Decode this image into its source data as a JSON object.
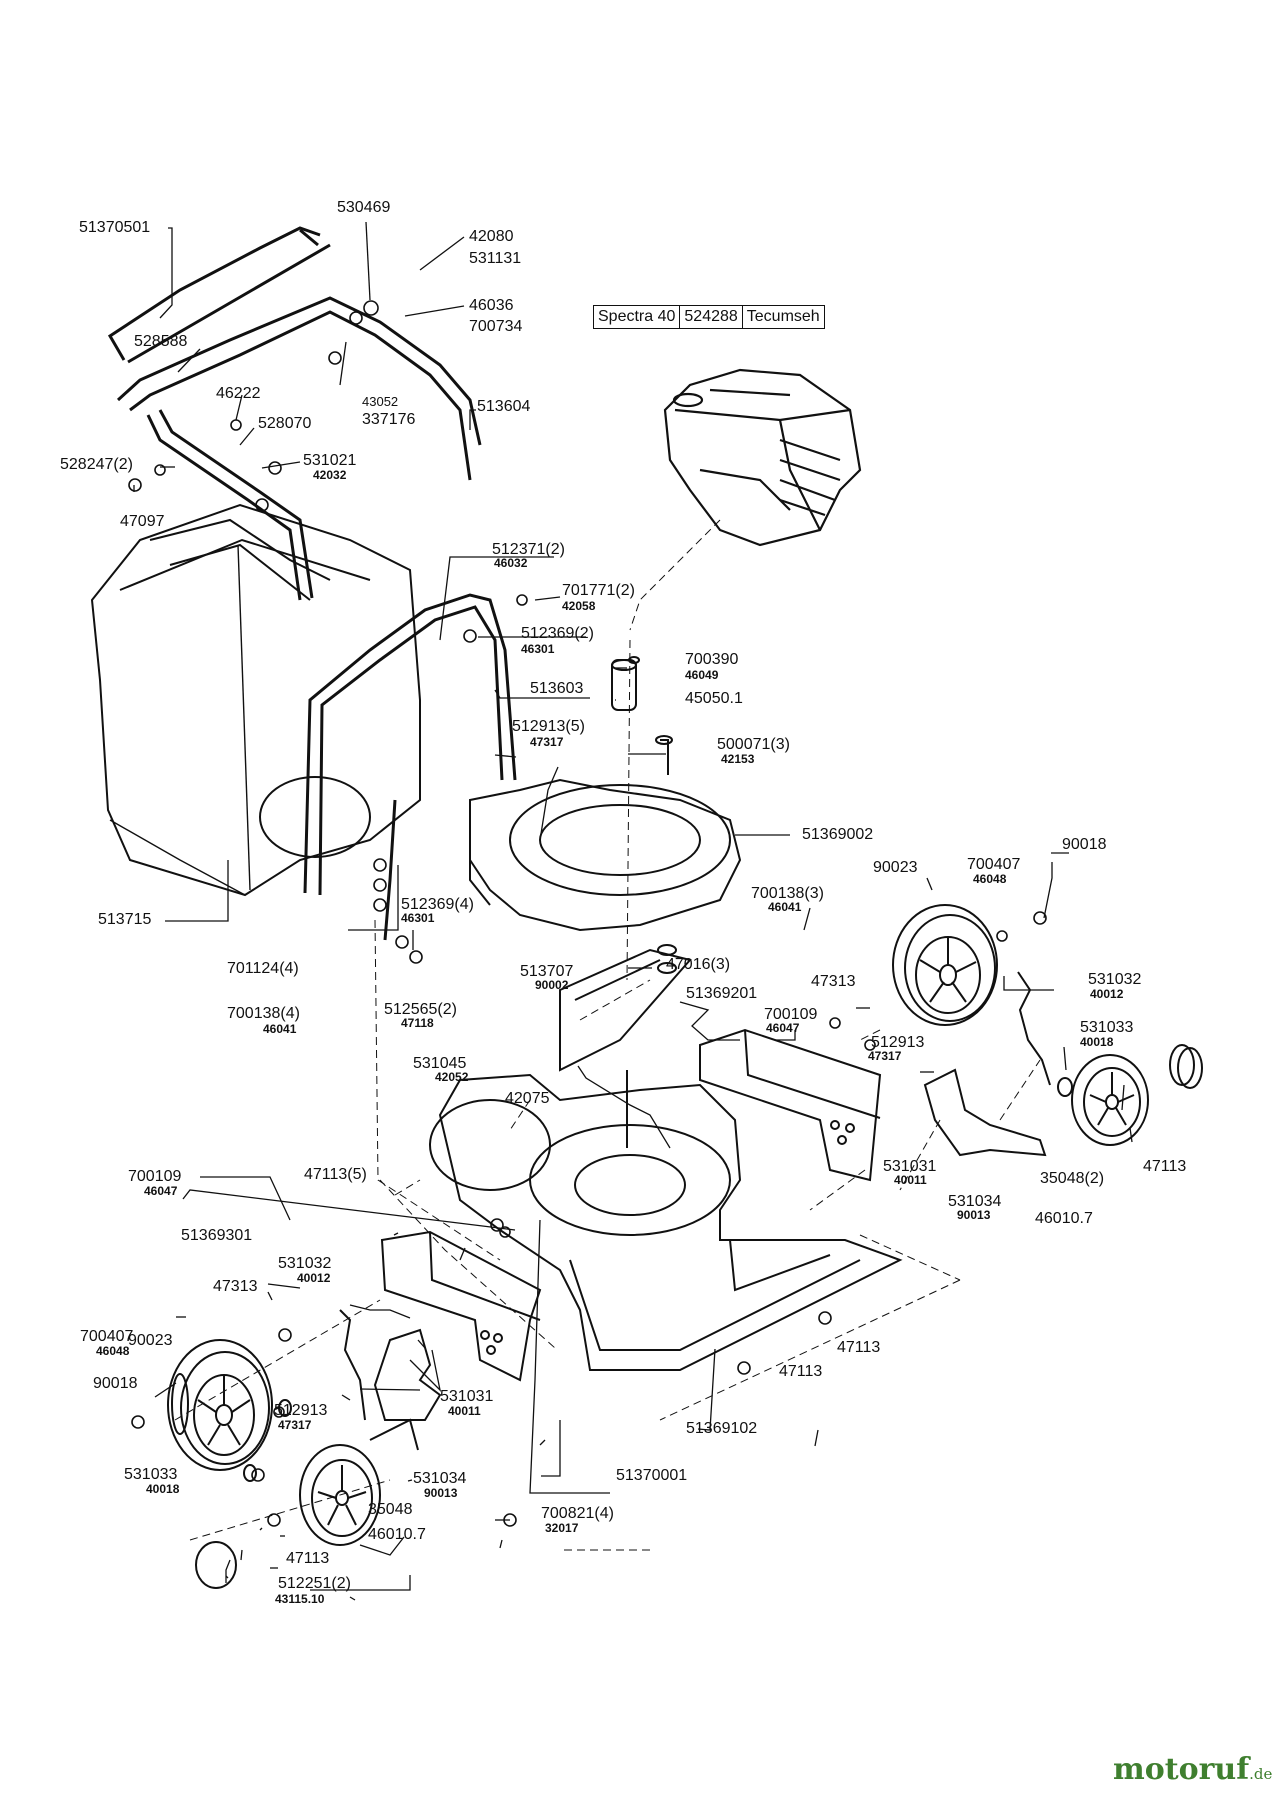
{
  "engine_table": {
    "model": "Spectra 40",
    "part_no": "524288",
    "maker": "Tecumseh"
  },
  "watermark": {
    "brand": "motoruf",
    "tld": ".de"
  },
  "parts": [
    {
      "id": "51370501",
      "no": "51370501",
      "sub": ""
    },
    {
      "id": "530469",
      "no": "530469",
      "sub": ""
    },
    {
      "id": "42080",
      "no": "42080",
      "sub": ""
    },
    {
      "id": "531131",
      "no": "531131",
      "sub": ""
    },
    {
      "id": "46036",
      "no": "46036",
      "sub": ""
    },
    {
      "id": "700734",
      "no": "700734",
      "sub": ""
    },
    {
      "id": "528588",
      "no": "528588",
      "sub": ""
    },
    {
      "id": "43052",
      "no": "43052",
      "sub": ""
    },
    {
      "id": "337176",
      "no": "337176",
      "sub": ""
    },
    {
      "id": "513604",
      "no": "513604",
      "sub": ""
    },
    {
      "id": "46222",
      "no": "46222",
      "sub": ""
    },
    {
      "id": "528070",
      "no": "528070",
      "sub": ""
    },
    {
      "id": "528247-2",
      "no": "528247(2)",
      "sub": ""
    },
    {
      "id": "531021",
      "no": "531021",
      "sub": "42032"
    },
    {
      "id": "47097",
      "no": "47097",
      "sub": ""
    },
    {
      "id": "512371-2",
      "no": "512371(2)",
      "sub": "46032"
    },
    {
      "id": "701771-2",
      "no": "701771(2)",
      "sub": "42058"
    },
    {
      "id": "512369-2",
      "no": "512369(2)",
      "sub": "46301"
    },
    {
      "id": "700390",
      "no": "700390",
      "sub": "46049"
    },
    {
      "id": "513603",
      "no": "513603",
      "sub": ""
    },
    {
      "id": "45050.1",
      "no": "45050.1",
      "sub": ""
    },
    {
      "id": "512913-5",
      "no": "512913(5)",
      "sub": "47317"
    },
    {
      "id": "500071-3",
      "no": "500071(3)",
      "sub": "42153"
    },
    {
      "id": "51369002",
      "no": "51369002",
      "sub": ""
    },
    {
      "id": "90023-r",
      "no": "90023",
      "sub": ""
    },
    {
      "id": "700407-r",
      "no": "700407",
      "sub": "46048"
    },
    {
      "id": "90018-r",
      "no": "90018",
      "sub": ""
    },
    {
      "id": "700138-3",
      "no": "700138(3)",
      "sub": "46041"
    },
    {
      "id": "513715",
      "no": "513715",
      "sub": ""
    },
    {
      "id": "512369-4",
      "no": "512369(4)",
      "sub": "46301"
    },
    {
      "id": "701124-4",
      "no": "701124(4)",
      "sub": ""
    },
    {
      "id": "47016-3",
      "no": "47016(3)",
      "sub": ""
    },
    {
      "id": "513707",
      "no": "513707",
      "sub": "90002"
    },
    {
      "id": "51369201",
      "no": "51369201",
      "sub": ""
    },
    {
      "id": "47313-r",
      "no": "47313",
      "sub": ""
    },
    {
      "id": "531032-r",
      "no": "531032",
      "sub": "40012"
    },
    {
      "id": "700138-4",
      "no": "700138(4)",
      "sub": "46041"
    },
    {
      "id": "512565-2",
      "no": "512565(2)",
      "sub": "47118"
    },
    {
      "id": "700109-r",
      "no": "700109",
      "sub": "46047"
    },
    {
      "id": "512913-r",
      "no": "512913",
      "sub": "47317"
    },
    {
      "id": "531033-r",
      "no": "531033",
      "sub": "40018"
    },
    {
      "id": "531045",
      "no": "531045",
      "sub": "42052"
    },
    {
      "id": "42075",
      "no": "42075",
      "sub": ""
    },
    {
      "id": "531031-r",
      "no": "531031",
      "sub": "40011"
    },
    {
      "id": "35048-2",
      "no": "35048(2)",
      "sub": ""
    },
    {
      "id": "47113-r",
      "no": "47113",
      "sub": ""
    },
    {
      "id": "531034-r",
      "no": "531034",
      "sub": "90013"
    },
    {
      "id": "46010.7-r",
      "no": "46010.7",
      "sub": ""
    },
    {
      "id": "700109-l",
      "no": "700109",
      "sub": "46047"
    },
    {
      "id": "47113-5",
      "no": "47113(5)",
      "sub": ""
    },
    {
      "id": "51369301",
      "no": "51369301",
      "sub": ""
    },
    {
      "id": "531032-l",
      "no": "531032",
      "sub": "40012"
    },
    {
      "id": "47313-l",
      "no": "47313",
      "sub": ""
    },
    {
      "id": "90023-l",
      "no": "90023",
      "sub": ""
    },
    {
      "id": "700407-l",
      "no": "700407",
      "sub": "46048"
    },
    {
      "id": "47113-c1",
      "no": "47113",
      "sub": ""
    },
    {
      "id": "47113-c2",
      "no": "47113",
      "sub": ""
    },
    {
      "id": "90018-l",
      "no": "90018",
      "sub": ""
    },
    {
      "id": "531031-l",
      "no": "531031",
      "sub": "40011"
    },
    {
      "id": "512913-l",
      "no": "512913",
      "sub": "47317"
    },
    {
      "id": "51369102",
      "no": "51369102",
      "sub": ""
    },
    {
      "id": "531033-l",
      "no": "531033",
      "sub": "40018"
    },
    {
      "id": "531034-l",
      "no": "531034",
      "sub": "90013"
    },
    {
      "id": "35048",
      "no": "35048",
      "sub": ""
    },
    {
      "id": "51370001",
      "no": "51370001",
      "sub": ""
    },
    {
      "id": "700821-4",
      "no": "700821(4)",
      "sub": "32017"
    },
    {
      "id": "46010.7-l",
      "no": "46010.7",
      "sub": ""
    },
    {
      "id": "47113-l",
      "no": "47113",
      "sub": ""
    },
    {
      "id": "512251-2",
      "no": "512251(2)",
      "sub": "43115.10"
    }
  ]
}
